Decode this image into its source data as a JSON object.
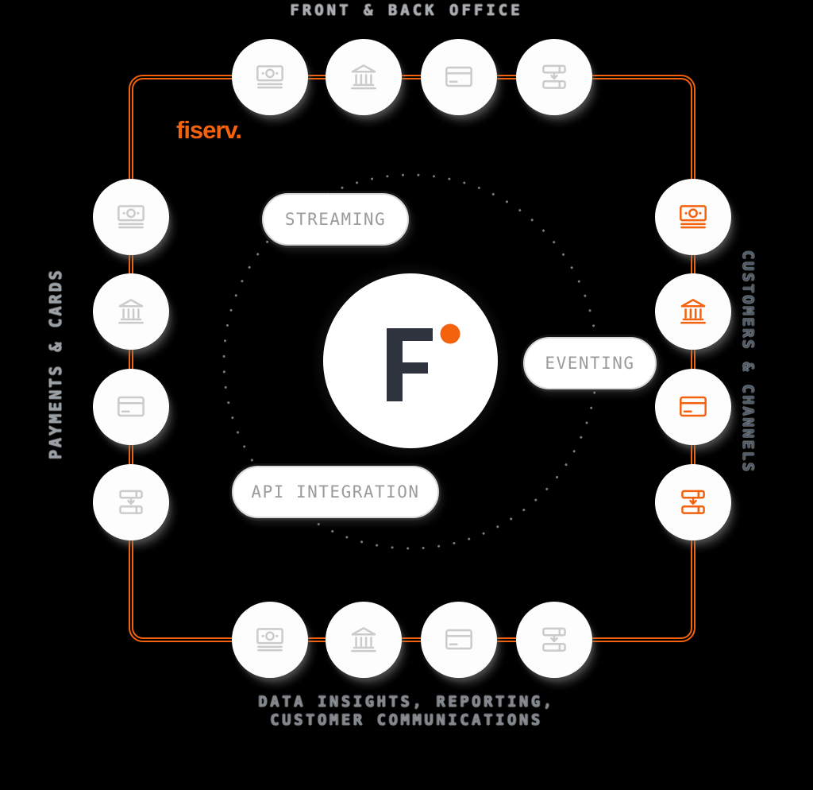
{
  "brand": {
    "wordmark": "fiserv.",
    "monogram_letter": "F"
  },
  "labels": {
    "top": "FRONT & BACK OFFICE",
    "right": "CUSTOMERS & CHANNELS",
    "left": "PAYMENTS & CARDS",
    "bottom_line1": "DATA INSIGHTS, REPORTING,",
    "bottom_line2": "CUSTOMER COMMUNICATIONS"
  },
  "capabilities": [
    {
      "label": "STREAMING"
    },
    {
      "label": "EVENTING"
    },
    {
      "label": "API INTEGRATION"
    }
  ],
  "node_rings": {
    "top": [
      "money-icon",
      "bank-icon",
      "card-icon",
      "workflow-icon"
    ],
    "right": [
      "money-icon",
      "bank-icon",
      "card-icon",
      "workflow-icon"
    ],
    "bottom": [
      "money-icon",
      "bank-icon",
      "card-icon",
      "workflow-icon"
    ],
    "left": [
      "money-icon",
      "bank-icon",
      "card-icon",
      "workflow-icon"
    ]
  },
  "colors": {
    "accent_orange": "#f5620e",
    "monogram_dark": "#2e333d",
    "icon_gray": "#cbcbcb"
  }
}
